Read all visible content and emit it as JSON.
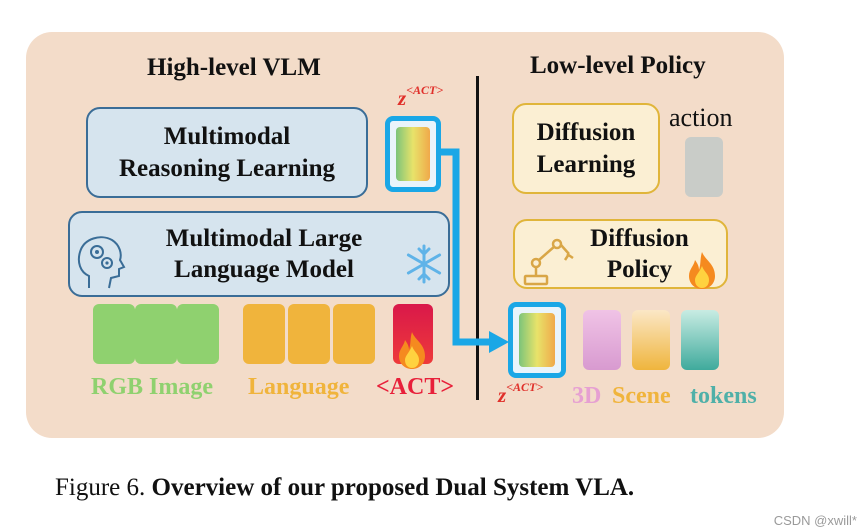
{
  "headings": {
    "left": "High-level VLM",
    "right": "Low-level Policy"
  },
  "boxes": {
    "reasoning": [
      "Multimodal",
      "Reasoning Learning"
    ],
    "mllm": [
      "Multimodal Large",
      "Language Model"
    ],
    "diffusion_learning": [
      "Diffusion",
      "Learning"
    ],
    "diffusion_policy": [
      "Diffusion",
      "Policy"
    ]
  },
  "latent_label": {
    "base": "z",
    "sup": "<ACT>"
  },
  "action_label": "action",
  "input_labels": {
    "rgb": "RGB Image",
    "language": "Language",
    "act": "<ACT>"
  },
  "scene_labels": {
    "d3": "3D",
    "scene": "Scene",
    "tokens": "tokens"
  },
  "caption": {
    "prefix": "Figure 6.",
    "bold": "Overview of our proposed Dual System VLA."
  },
  "watermark": "CSDN @xwill*",
  "colors": {
    "rgb": "#8fd16f",
    "language": "#f0b43c",
    "act": "#e8203a",
    "scene3d": "#e6a0d2",
    "tokens": "#4fb0a8",
    "arrow": "#1aa7e6",
    "panel": "#f3dcc9"
  },
  "icons": [
    "head-gears-icon",
    "snowflake-icon",
    "fire-icon",
    "robot-arm-icon"
  ]
}
